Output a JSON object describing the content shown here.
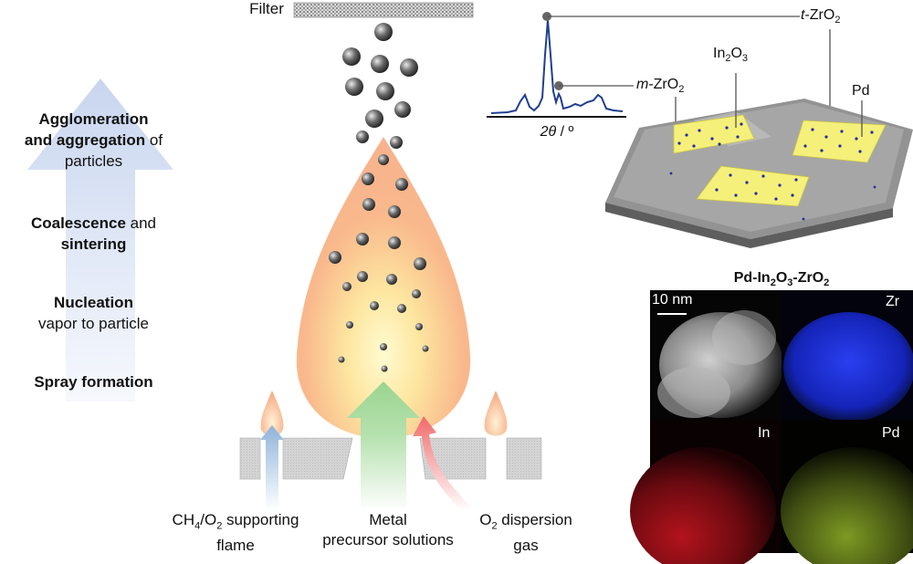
{
  "filter_label": "Filter",
  "stages": [
    {
      "bold": "Agglomeration",
      "bold2": "and aggregation",
      "normal": " of",
      "line3": "particles"
    },
    {
      "bold": "Coalescence",
      "normal": " and",
      "bold2": "sintering"
    },
    {
      "bold": "Nucleation",
      "line2": "vapor to particle"
    },
    {
      "bold": "Spray formation"
    }
  ],
  "inputs": {
    "left": {
      "formula": "CH",
      "sub1": "4",
      "mid": "/O",
      "sub2": "2",
      "rest": " supporting",
      "line2": "flame"
    },
    "center": {
      "line1": "Metal",
      "line2": "precursor solutions"
    },
    "right": {
      "formula": "O",
      "sub1": "2",
      "rest": " dispersion",
      "line2": "gas"
    }
  },
  "xrd": {
    "axis_label_var": "2θ",
    "axis_label_unit": " / º",
    "peak_t": {
      "prefix": "t",
      "text": "-ZrO",
      "sub": "2"
    },
    "peak_m": {
      "prefix": "m",
      "text": "-ZrO",
      "sub": "2"
    }
  },
  "catalyst": {
    "in2o3": {
      "a": "In",
      "sub1": "2",
      "b": "O",
      "sub2": "3"
    },
    "pd": "Pd"
  },
  "eds": {
    "title": {
      "a": "Pd-In",
      "s1": "2",
      "b": "O",
      "s2": "3",
      "c": "-ZrO",
      "s3": "2"
    },
    "scale_bar": "10 nm",
    "panels": [
      "Zr",
      "In",
      "Pd"
    ]
  },
  "colors": {
    "zr": "#1a2fd8",
    "in": "#b3131c",
    "pd": "#9ab32a",
    "flame": "#f6b07a",
    "in2o3_patch": "#f4f07a"
  }
}
